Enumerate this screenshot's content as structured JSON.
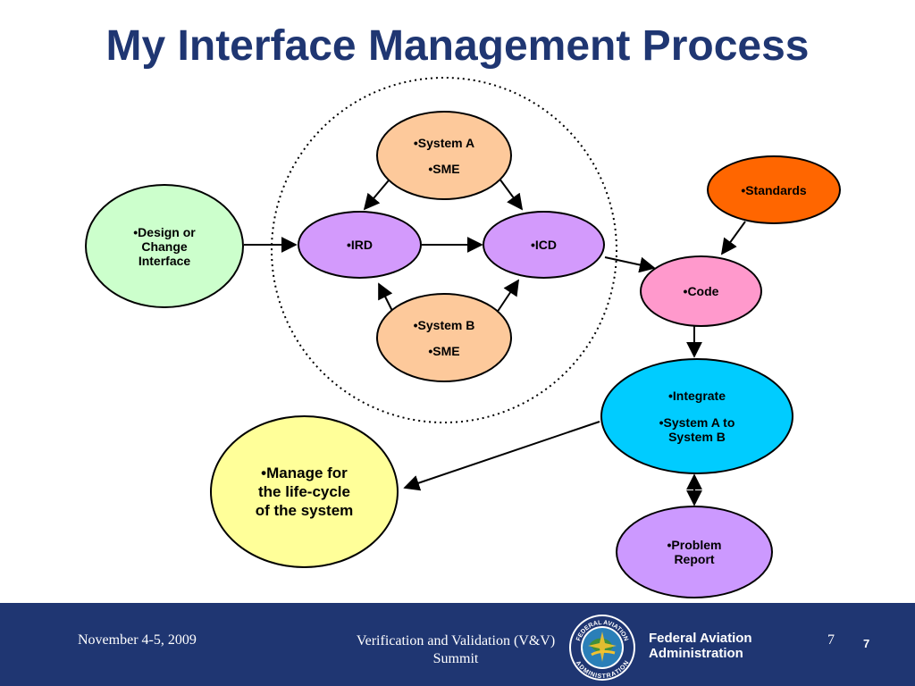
{
  "title": "My Interface Management Process",
  "colors": {
    "title": "#1f3672",
    "footer_bg": "#1f3672",
    "sme_fill": "#fdc99b",
    "ird_icd_fill": "#d39afc",
    "design_fill": "#ccffcc",
    "standards_fill": "#ff6600",
    "code_fill": "#ff99cc",
    "integrate_fill": "#00ccff",
    "problem_fill": "#cc99ff",
    "manage_fill": "#ffff99"
  },
  "nodes": {
    "system_a": {
      "line1": "•System A",
      "line2": "•SME"
    },
    "system_b": {
      "line1": "•System B",
      "line2": "•SME"
    },
    "ird": {
      "label": "•IRD"
    },
    "icd": {
      "label": "•ICD"
    },
    "design": {
      "line1": "•Design or",
      "line2": "Change",
      "line3": "Interface"
    },
    "standards": {
      "label": "•Standards"
    },
    "code": {
      "label": "•Code"
    },
    "integrate": {
      "line1": "•Integrate",
      "line2": "•System A to",
      "line3": "System B"
    },
    "problem": {
      "line1": "•Problem",
      "line2": "Report"
    },
    "manage": {
      "line1": "•Manage for",
      "line2": "the life-cycle",
      "line3": "of the system"
    }
  },
  "footer": {
    "date": "November 4-5, 2009",
    "center_line1": "Verification and Validation (V&V)",
    "center_line2": "Summit",
    "agency_line1": "Federal Aviation",
    "agency_line2": "Administration",
    "page_number": "7",
    "page_number_bold": "7"
  },
  "seal": {
    "icon": "faa-seal-icon",
    "text_top": "FEDERAL AVIATION",
    "text_bottom": "ADMINISTRATION"
  }
}
